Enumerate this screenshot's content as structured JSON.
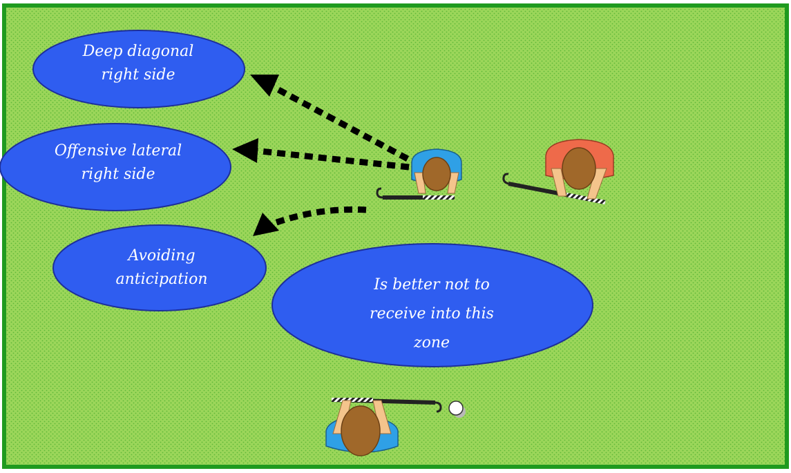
{
  "diagram": {
    "colors": {
      "field": "#9bd65a",
      "field_dots": "#5fb838",
      "border": "#1f9a1f",
      "bubble_fill": "#2f5df0",
      "bubble_stroke": "#1d2f9a",
      "arrow": "#000000",
      "attacker_shirt": "#2fa0e6",
      "defender_shirt": "#ee6a4a",
      "head": "#a0682a",
      "skin": "#f4c48c",
      "stick": "#222222",
      "ball": "#ffffff"
    },
    "labels": {
      "deep_diagonal": {
        "line1": "Deep diagonal",
        "line2": "right side"
      },
      "offensive_lateral": {
        "line1": "Offensive lateral",
        "line2": "right side"
      },
      "avoiding_anticipation": {
        "line1": "Avoiding",
        "line2": "anticipation"
      },
      "no_receive_zone": {
        "line1": "Is better not to",
        "line2": "receive into this",
        "line3": "zone"
      }
    },
    "players": [
      {
        "role": "receiver",
        "shirt": "blue"
      },
      {
        "role": "defender",
        "shirt": "red"
      },
      {
        "role": "passer",
        "shirt": "blue"
      }
    ]
  }
}
